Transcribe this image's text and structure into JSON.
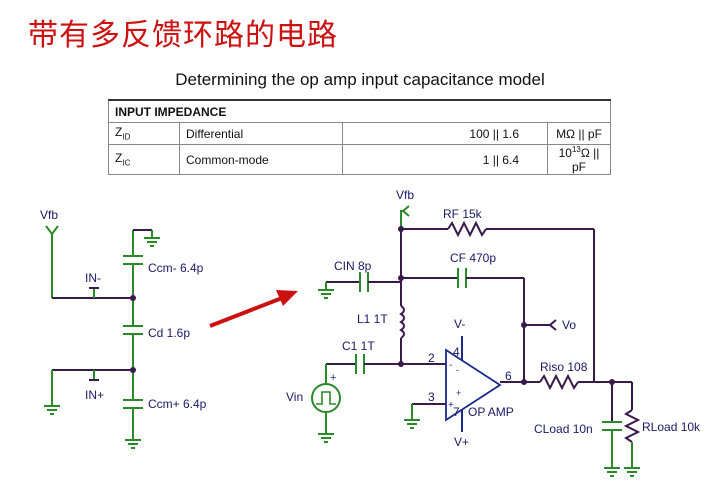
{
  "title": "带有多反馈环路的电路",
  "subtitle": "Determining the op amp input capacitance model",
  "table": {
    "header": "INPUT IMPEDANCE",
    "rows": [
      {
        "sym": "Z",
        "sub": "ID",
        "desc": "Differential",
        "value": "100 || 1.6",
        "unit": "MΩ || pF"
      },
      {
        "sym": "Z",
        "sub": "IC",
        "desc": "Common-mode",
        "value": "1 || 6.4",
        "unit_pre": "10",
        "unit_sup": "13",
        "unit_post": "Ω || pF"
      }
    ]
  },
  "left_circuit": {
    "vfb": "Vfb",
    "in_minus": "IN-",
    "in_plus": "IN+",
    "ccm_top": "Ccm- 6.4p",
    "cd": "Cd 1.6p",
    "ccm_bottom": "Ccm+ 6.4p"
  },
  "right_circuit": {
    "vfb": "Vfb",
    "rf": "RF 15k",
    "cin": "CIN 8p",
    "cf": "CF 470p",
    "l1": "L1 1T",
    "c1": "C1 1T",
    "vo": "Vo",
    "vminus": "V-",
    "vplus": "V+",
    "vin": "Vin",
    "opamp": "OP AMP",
    "pin2": "2",
    "pin3": "3",
    "pin4": "4",
    "pin6": "6",
    "pin7": "7",
    "riso": "Riso 108",
    "cload": "CLoad 10n",
    "rload": "RLoad 10k"
  }
}
